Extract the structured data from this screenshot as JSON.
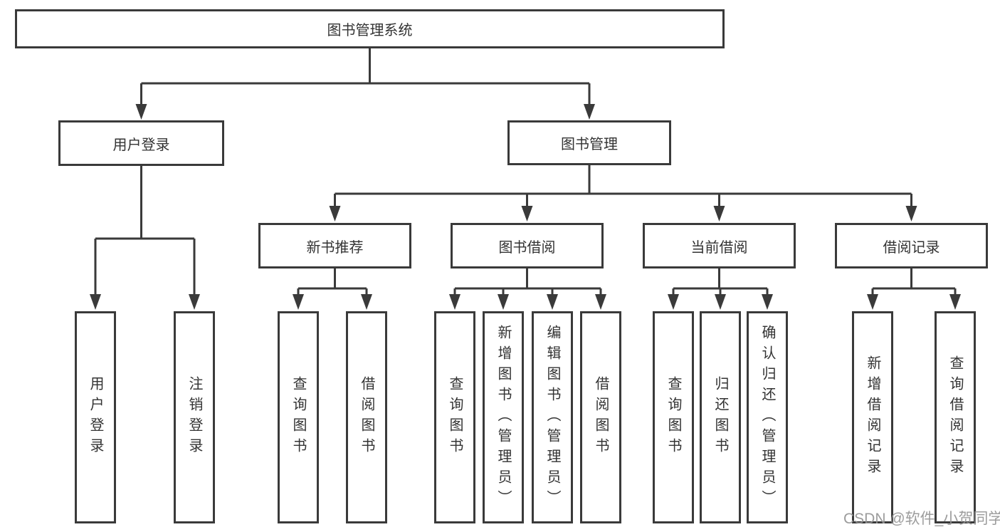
{
  "tree": {
    "root": "图书管理系统",
    "user_login": {
      "label": "用户登录",
      "children": [
        {
          "label": "用户登录"
        },
        {
          "label": "注销登录"
        }
      ]
    },
    "book_mgmt": {
      "label": "图书管理",
      "children": [
        {
          "label": "新书推荐",
          "children": [
            {
              "label": "查询图书"
            },
            {
              "label": "借阅图书"
            }
          ]
        },
        {
          "label": "图书借阅",
          "children": [
            {
              "label": "查询图书"
            },
            {
              "label": "新增图书（管理员）"
            },
            {
              "label": "编辑图书（管理员）"
            },
            {
              "label": "借阅图书"
            }
          ]
        },
        {
          "label": "当前借阅",
          "children": [
            {
              "label": "查询图书"
            },
            {
              "label": "归还图书"
            },
            {
              "label": "确认归还（管理员）"
            }
          ]
        },
        {
          "label": "借阅记录",
          "children": [
            {
              "label": "新增借阅记录"
            },
            {
              "label": "查询借阅记录"
            }
          ]
        }
      ]
    }
  },
  "watermark": "CSDN @软件_小贺同学",
  "colors": {
    "line": "#3a3a3a",
    "text": "#333333",
    "watermark": "#949494",
    "background": "#ffffff"
  }
}
